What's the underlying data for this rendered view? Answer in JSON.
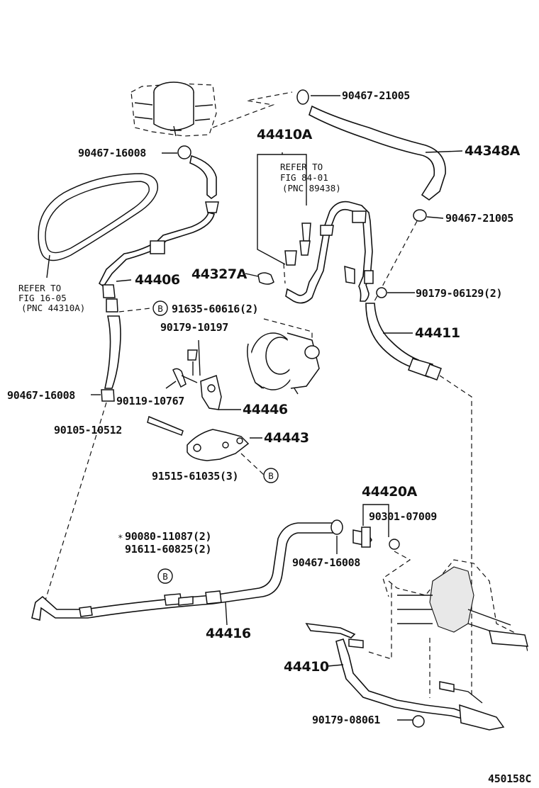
{
  "labels": {
    "p90467_21005_top": "90467-21005",
    "p44348A": "44348A",
    "p90467_21005_mid": "90467-21005",
    "p90467_16008_top": "90467-16008",
    "p44410A": "44410A",
    "refer_84_line1": "REFER TO",
    "refer_84_line2": "FIG 84-01",
    "refer_84_line3": "(PNC 89438)",
    "p44327A": "44327A",
    "p44406": "44406",
    "refer_16_line1": "REFER TO",
    "refer_16_line2": "FIG 16-05",
    "refer_16_line3": "(PNC 44310A)",
    "p91635_60616": "91635-60616(2)",
    "p90179_06129": "90179-06129(2)",
    "p90179_10197": "90179-10197",
    "p44411": "44411",
    "p90467_16008_left": "90467-16008",
    "p90119_10767": "90119-10767",
    "p44446": "44446",
    "p90105_10512": "90105-10512",
    "p44443": "44443",
    "p91515_61035": "91515-61035(3)",
    "p44420A": "44420A",
    "p90301_07009": "90301-07009",
    "p90080_11087": "90080-11087(2)",
    "asterisk": "∗",
    "p91611_60825": "91611-60825(2)",
    "p90467_16008_low": "90467-16008",
    "p44416": "44416",
    "p44410": "44410",
    "p90179_08061": "90179-08061",
    "figure_code": "450158C",
    "marker_b": "B"
  }
}
